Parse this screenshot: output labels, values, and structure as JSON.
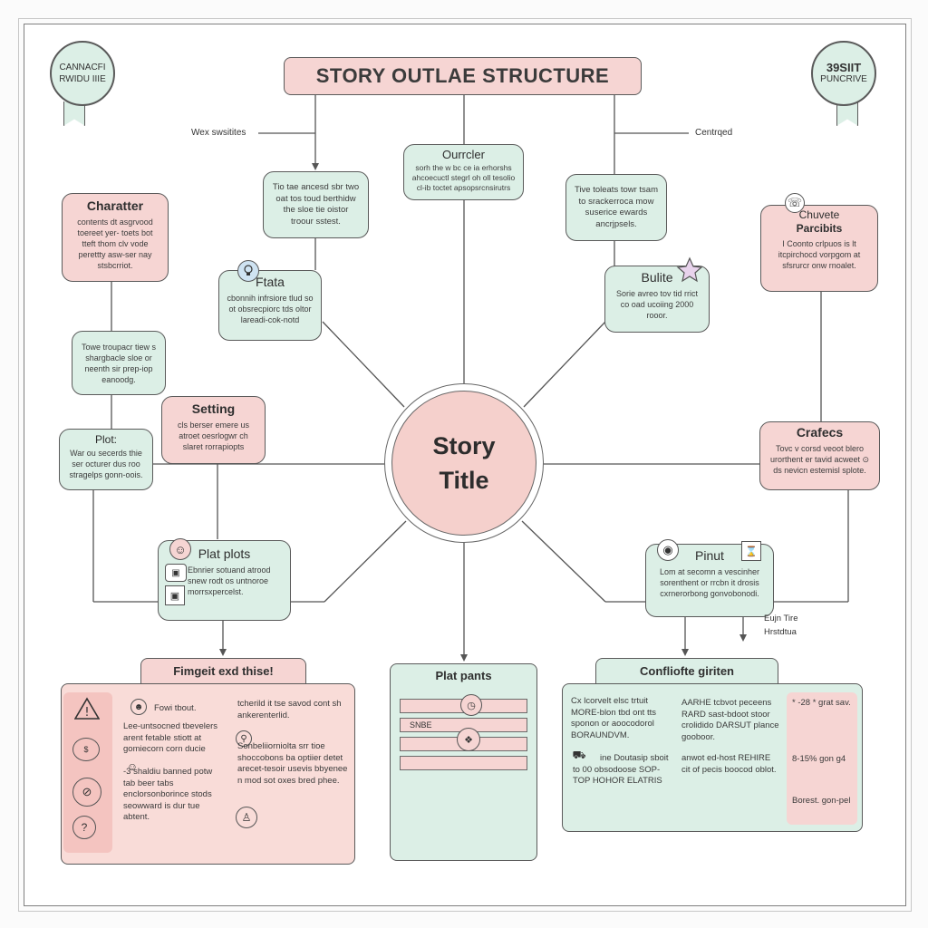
{
  "title": "STORY OUTLAE STRUCTURE",
  "center": {
    "line1": "Story",
    "line2": "Title"
  },
  "badges": {
    "left": {
      "line1": "CANNACFI",
      "line2": "RWIDU IIIE"
    },
    "right": {
      "line1": "39SIIT",
      "line2": "PUNCRIVE"
    }
  },
  "side_labels": {
    "left": "Wex swsitites",
    "right": "Centrqed",
    "bottom_right_1": "Eujn Tire",
    "bottom_right_2": "Hrstdtua"
  },
  "nodes": {
    "top_center": {
      "heading": "Ourrcler",
      "body": "sorh  the  w bc ce  ia  erhorshs ahcoecuctl  stegrl  oh  oll  tesolio cl-ib  toctet  apsopsrcnsirutrs"
    },
    "top_left": {
      "body": "Tio  tae  ancesd  sbr two  oat  tos  toud berthidw  the  sloe  tie  oistor  troour  sstest."
    },
    "top_right": {
      "body": "Tive  toleats  towr tsam  to  srackerroca mow  suserice  ewards ancrjpsels."
    },
    "character": {
      "heading": "Charatter",
      "body": "contents  dt  asgrvood toereet yer-  toets   bot tteft   thom   clv  vode perettty  asw-ser  nay stsbcrriot."
    },
    "plata": {
      "heading": "Ftata",
      "body": "cbonnih  infrsiore  tlud so  ot  obsrecpiorc  tds oltor  lareadi-cok-notd"
    },
    "bulite": {
      "heading": "Bulite",
      "body": "Sorie  avreo  tov  tid rrict  co  oad  ucoiing 2000  rooor."
    },
    "chuvete": {
      "heading1": "Chuvete",
      "heading2": "Parcibits",
      "body": "I  Coonto  crlpuos  is  lt itcpirchocd vorpgom  at sfsrurcr  onw  rnoalet."
    },
    "left_mid": {
      "body": "Towe  troupacr tiew  s  shargbacle sloe  or  neenth  sir prep-iop eanoodg."
    },
    "setting": {
      "heading": "Setting",
      "body": "cls  berser  emere  us atroet  oesrlogwr  ch slaret  rorrapiopts"
    },
    "plot": {
      "heading": "Plot:",
      "body": "War  ou  secerds  thie ser  octurer  dus  roo stragelps gonn-oois."
    },
    "crafecs": {
      "heading": "Crafecs",
      "body": "Tovc v  corsd  veoot blero  urorthent  er  tavid acweet  ⊙  ds nevicn estemisl  splote."
    },
    "plat_plots": {
      "heading": "Plat plots",
      "body": "Ebnrier  sotuand  atrood snew  rodt  os  untnoroe morrsxpercelst."
    },
    "pinut": {
      "heading": "Pinut",
      "body": "Lom  at  secomn  a vescinher sorenthent  or  rrcbn  it  drosis cxrnerorbong gonvobonodi."
    }
  },
  "panels": {
    "left": {
      "tab": "Fimgeit exd thise!",
      "col1": [
        {
          "icon": "person-icon",
          "text": "Fowi  tbout."
        },
        {
          "icon": "",
          "text": "Lee-untsocned  tbevelers arent  fetable  stiott  at gomiecorn  corn  ducie"
        },
        {
          "icon": "head-icon",
          "text": "-3  shaldiu  banned potw  tab  beer  tabs enclorsonborince  stods seowward  is  dur  tue abtent."
        }
      ],
      "col2": [
        {
          "icon": "",
          "text": "tcherild  it  tse  savod  cont sh ankerenterlid."
        },
        {
          "icon": "search-icon",
          "text": "Sonbeliiorniolta  srr tioe  shoccobons  ba optiier detet  arecet-tesoir  usevis bbyenee  n  mod  sot  oxes bred phee."
        }
      ]
    },
    "center": {
      "tab": "Plat pants",
      "bar_label": "SNBE"
    },
    "right": {
      "tab": "Confliofte giriten",
      "col1": [
        {
          "text": "Cx  lcorvelt  elsc  trtuit MORE-blon  tbd  ont  tts sponon  or  aoocodorol BORAUNDVM."
        },
        {
          "text": "ine  Doutasip sboit  to  00  obsodoose SOP-TOP  HOHOR  ELATRIS"
        }
      ],
      "col2": [
        {
          "text": "AARHE  tcbvot  peceens RARD  sast-bdoot  stoor crolidido  DARSUT  plance gooboor."
        },
        {
          "text": "anwot  ed-host  REHIRE  cit  of  pecis  boocod oblot."
        }
      ],
      "col3": [
        {
          "text": "* -28  * grat sav."
        },
        {
          "text": "8-15%  gon g4"
        },
        {
          "text": "Borest.  gon-pel"
        }
      ]
    }
  },
  "colors": {
    "pink": "#f6d5d3",
    "mint": "#dcefe6",
    "outline": "#5a5a5a"
  }
}
